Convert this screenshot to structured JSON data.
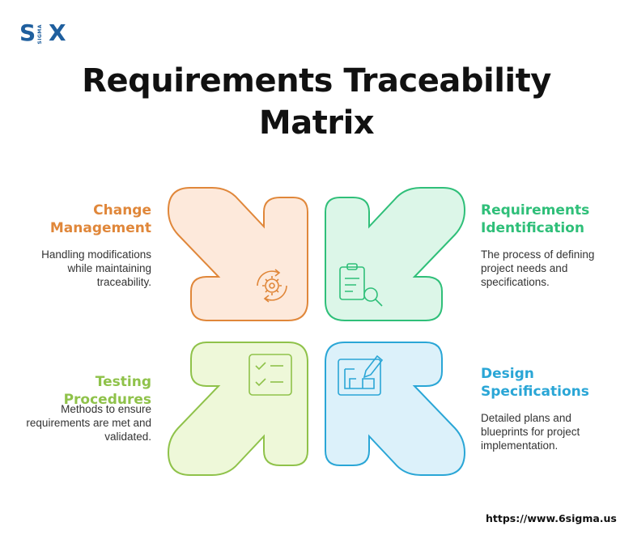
{
  "logo": {
    "left": "S",
    "middle": "SIGMA",
    "right": "X"
  },
  "title": {
    "line1": "Requirements Traceability",
    "line2": "Matrix"
  },
  "quadrants": {
    "change": {
      "heading_line1": "Change",
      "heading_line2": "Management",
      "desc_lines": [
        "Handling modifications",
        "while maintaining",
        "traceability."
      ],
      "color": "#e0873a",
      "fill": "#fde9db",
      "icon": "gear-cycle-icon"
    },
    "requirements": {
      "heading_line1": "Requirements",
      "heading_line2": "Identification",
      "desc_lines": [
        "The process of defining",
        "project needs and",
        "specifications."
      ],
      "color": "#2fbf79",
      "fill": "#dcf6e8",
      "icon": "clipboard-search-icon"
    },
    "testing": {
      "heading_line1": "Testing Procedures",
      "desc_lines": [
        "Methods to ensure",
        "requirements are met and",
        "validated."
      ],
      "color": "#8fc24a",
      "fill": "#eef8d9",
      "icon": "checklist-icon"
    },
    "design": {
      "heading_line1": "Design",
      "heading_line2": "Specifications",
      "desc_lines": [
        "Detailed plans and",
        "blueprints for project",
        "implementation."
      ],
      "color": "#2aa6d6",
      "fill": "#dcf1fa",
      "icon": "blueprint-pencil-icon"
    }
  },
  "footer": {
    "url": "https://www.6sigma.us"
  }
}
